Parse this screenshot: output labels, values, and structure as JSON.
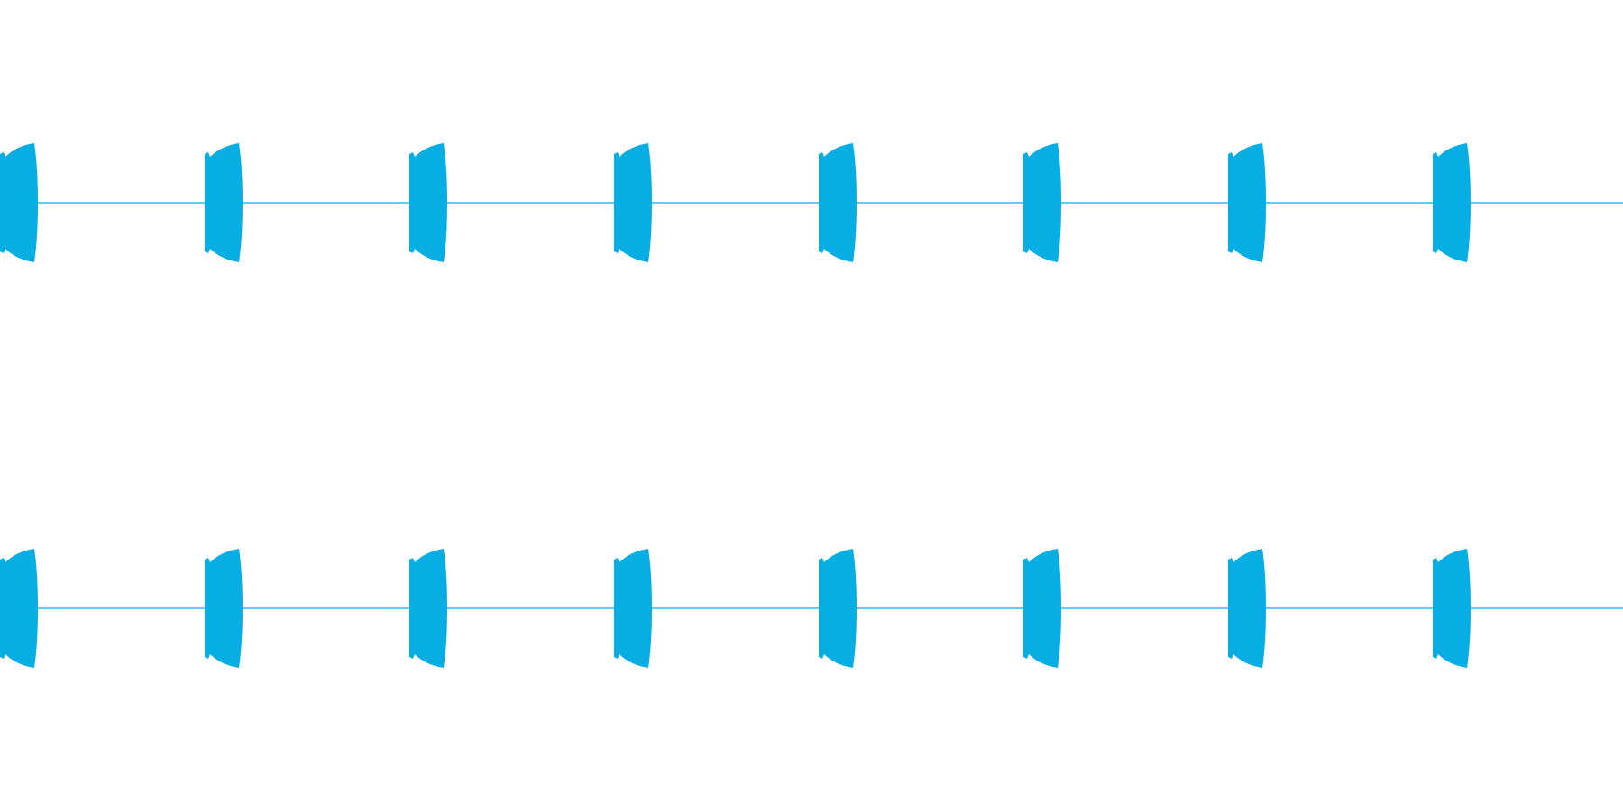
{
  "waveform": {
    "color": "#06AEE4",
    "background": "#FFFFFF",
    "channel_count": 2,
    "channels": [
      {
        "id": "channel-1"
      },
      {
        "id": "channel-2"
      }
    ],
    "pulse_count_per_channel": 8,
    "pulse_shape": "short burst with sharp attack and fast decay"
  }
}
